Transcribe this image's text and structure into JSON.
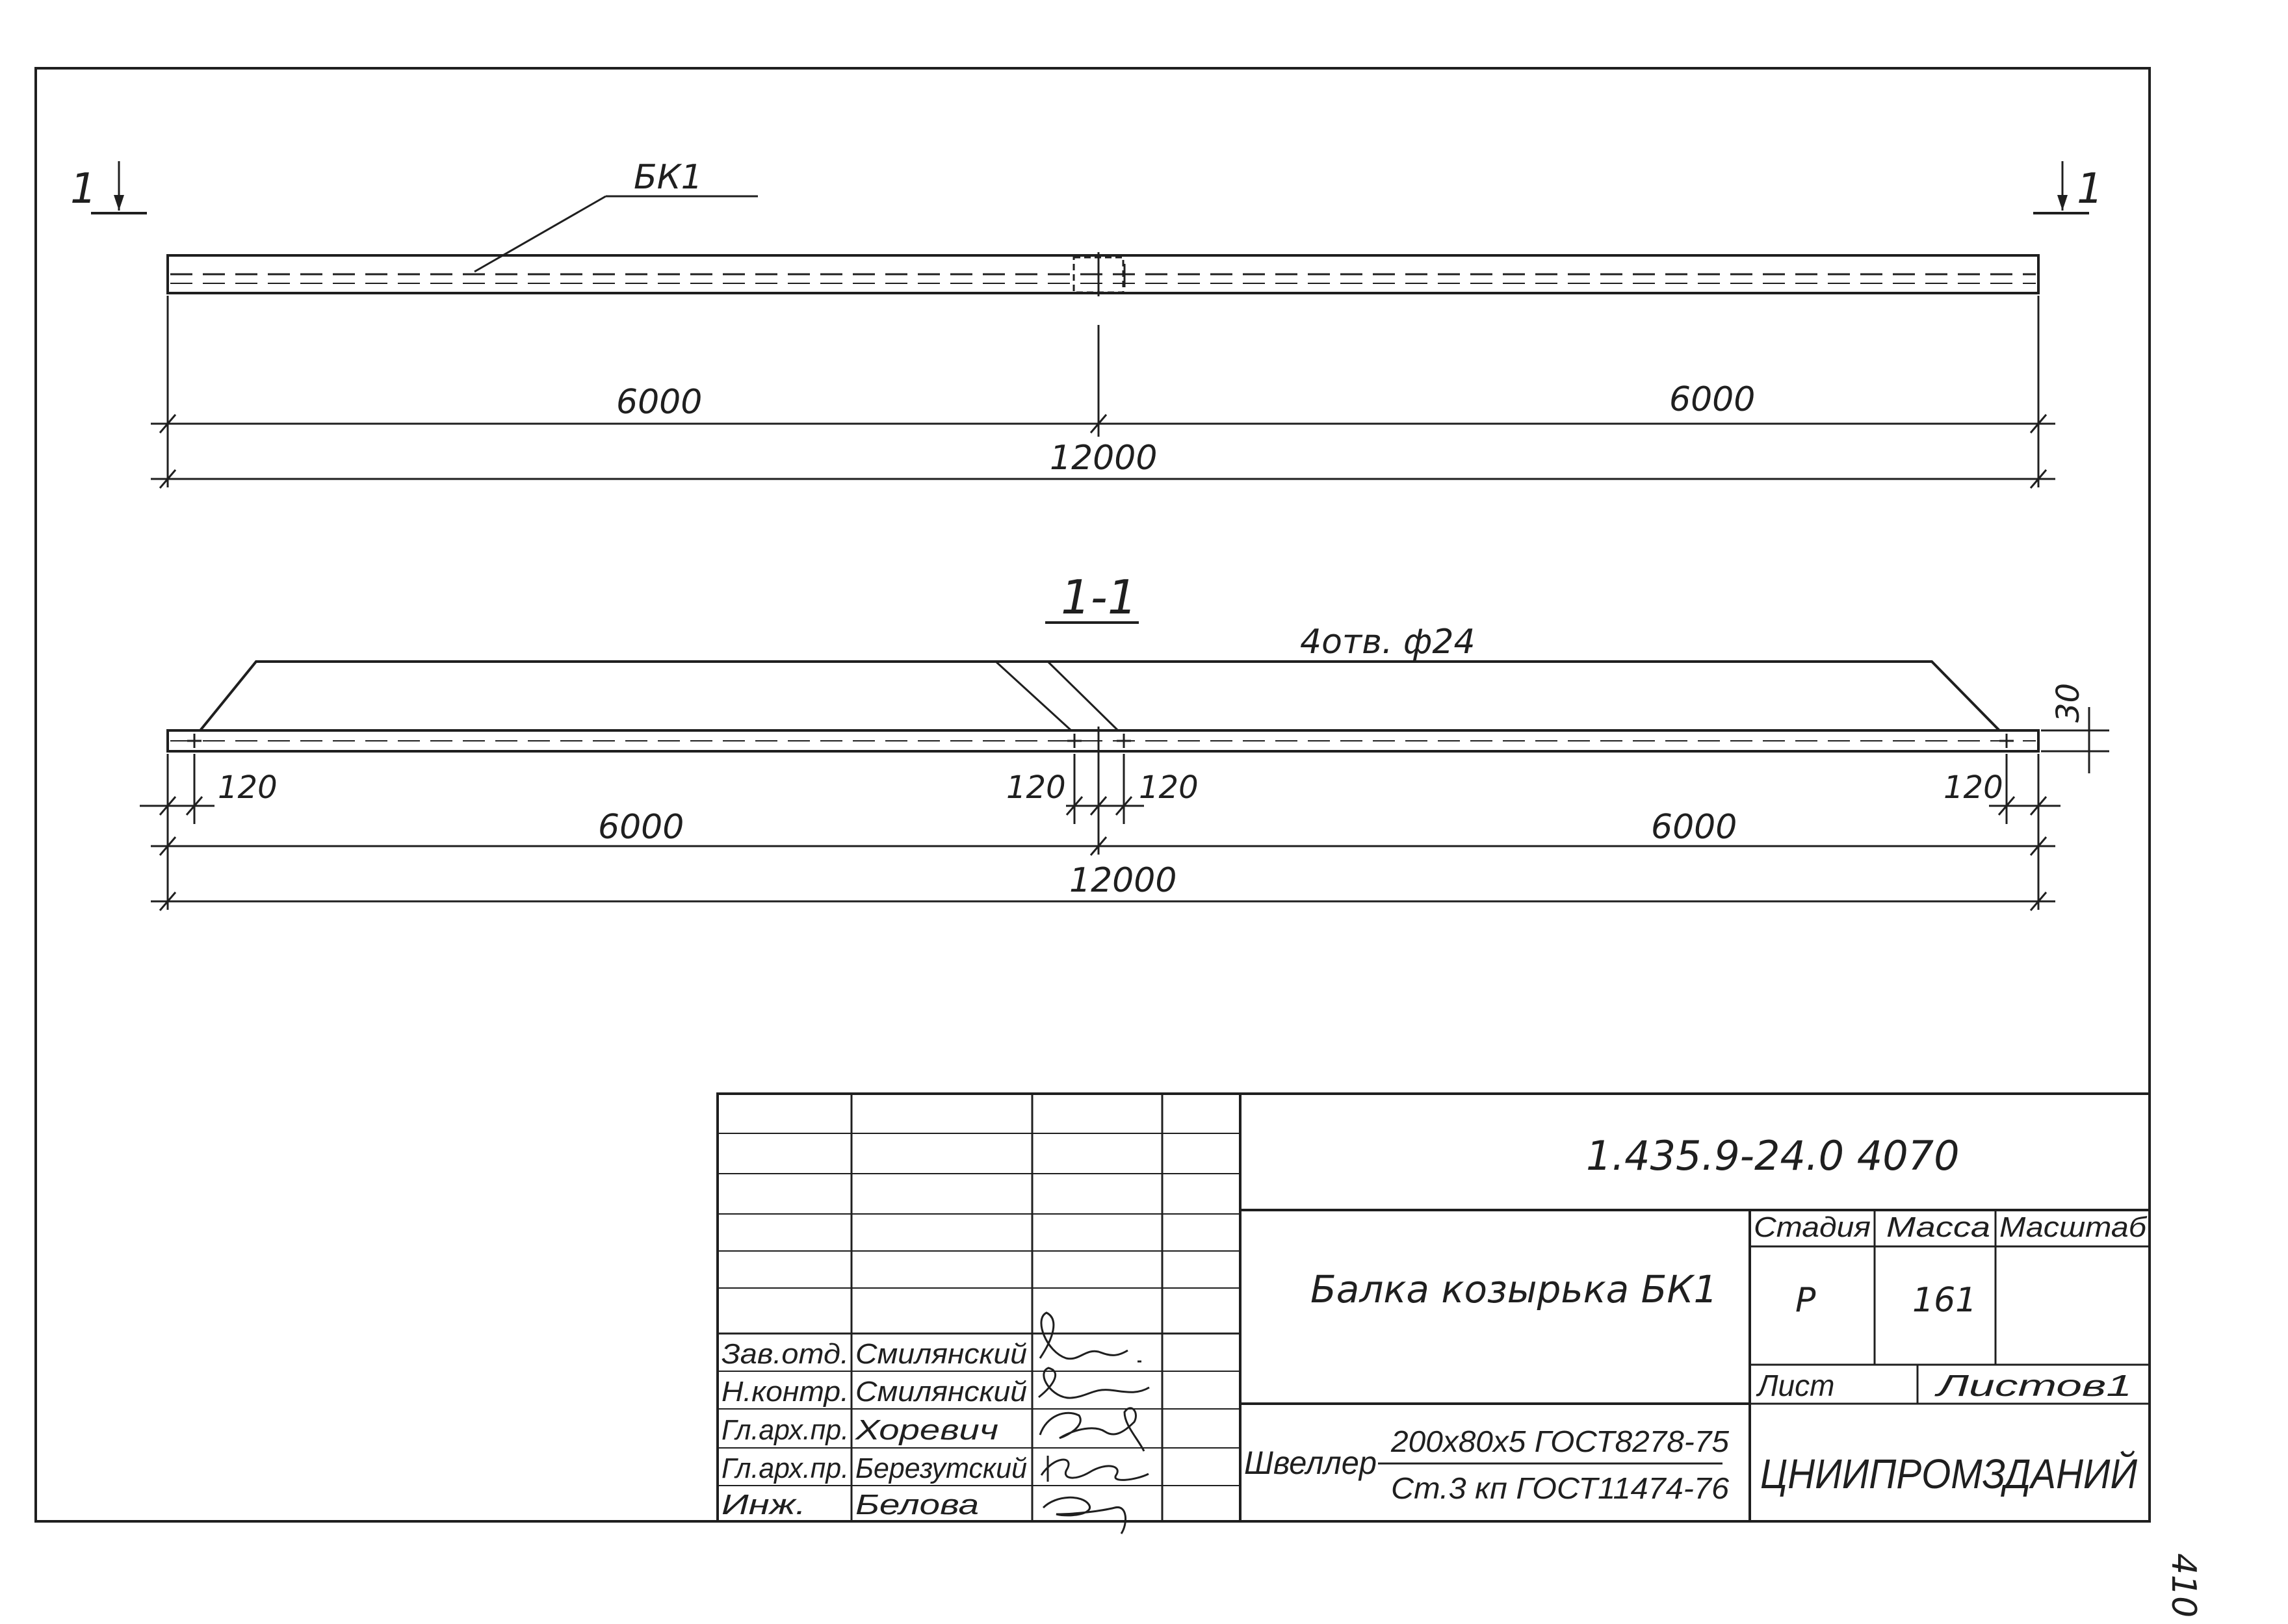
{
  "drawing": {
    "section_marker_left": "1",
    "section_marker_right": "1",
    "beam_label": "БК1",
    "section_title": "1-1",
    "holes_note": "4отв. ф24",
    "depth_30": "30",
    "plan_dims": {
      "left": "6000",
      "right": "6000",
      "total": "12000"
    },
    "section_dims": {
      "edge_left": "120",
      "mid_left": "120",
      "mid_right": "120",
      "edge_right": "120",
      "left": "6000",
      "right": "6000",
      "total": "12000"
    },
    "sheet_number": "410"
  },
  "title_block": {
    "code": "1.435.9-24.0 4070",
    "title": "Балка козырька БК1",
    "material": {
      "prefix": "Швеллер",
      "line1": "200х80х5 ГОСТ8278-75",
      "line2": "Ст.3 кп ГОСТ11474-76"
    },
    "stage_header": "Стадия",
    "mass_header": "Масса",
    "scale_header": "Масштаб",
    "stage_value": "Р",
    "mass_value": "161",
    "sheet_label": "Лист",
    "sheets_label": "Листов1",
    "organization": "ЦНИИПРОМЗДАНИЙ",
    "staff": [
      {
        "role": "Зав.отд.",
        "name": "Смилянский"
      },
      {
        "role": "Н.контр.",
        "name": "Смилянский"
      },
      {
        "role": "Гл.арх.пр.",
        "name": "Хоревич"
      },
      {
        "role": "Гл.арх.пр.",
        "name": "Березутский"
      },
      {
        "role": "Инж.",
        "name": "Белова"
      }
    ]
  }
}
